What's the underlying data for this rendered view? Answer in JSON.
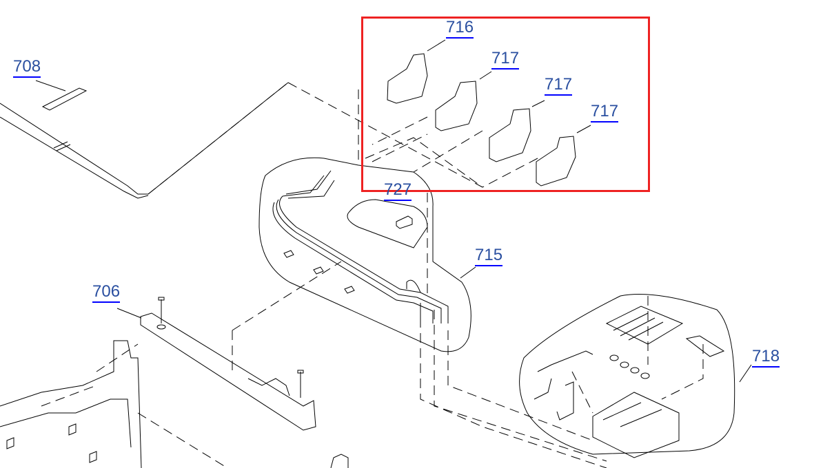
{
  "diagram": {
    "title": "Exploded parts view",
    "highlight_color": "#ee2222",
    "link_color": "#2a4fa0",
    "callouts": [
      {
        "id": "c716",
        "text": "716"
      },
      {
        "id": "c717a",
        "text": "717"
      },
      {
        "id": "c717b",
        "text": "717"
      },
      {
        "id": "c717c",
        "text": "717"
      },
      {
        "id": "c708",
        "text": "708"
      },
      {
        "id": "c727",
        "text": "727"
      },
      {
        "id": "c715",
        "text": "715"
      },
      {
        "id": "c706",
        "text": "706"
      },
      {
        "id": "c718",
        "text": "718"
      }
    ]
  }
}
